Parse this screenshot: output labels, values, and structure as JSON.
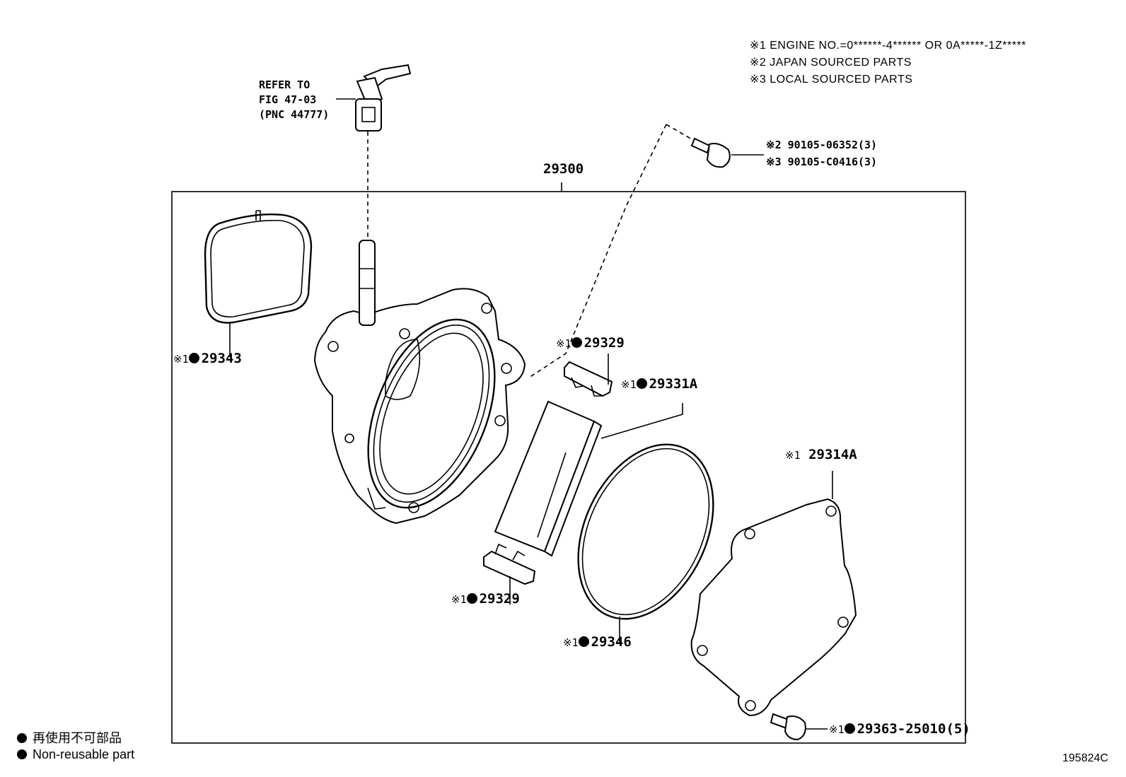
{
  "notes": [
    "※1 ENGINE NO.=0******-4****** OR 0A*****-1Z*****",
    "※2 JAPAN SOURCED PARTS",
    "※3 LOCAL SOURCED PARTS"
  ],
  "refer": {
    "line1": "REFER TO",
    "line2": "FIG 47-03",
    "line3": "(PNC 44777)"
  },
  "bolt_top": {
    "line1_mark": "※2",
    "line1_num": "90105-06352(3)",
    "line2_mark": "※3",
    "line2_num": "90105-C0416(3)"
  },
  "assembly": {
    "number": "29300"
  },
  "parts": {
    "p29343": {
      "mark": "※1",
      "num": "29343"
    },
    "p29329a": {
      "mark": "※1",
      "num": "29329"
    },
    "p29331a": {
      "mark": "※1",
      "num": "29331A"
    },
    "p29314a": {
      "mark": "※1",
      "num": "29314A"
    },
    "p29329b": {
      "mark": "※1",
      "num": "29329"
    },
    "p29346": {
      "mark": "※1",
      "num": "29346"
    },
    "p29363": {
      "mark": "※1",
      "num": "29363-25010(5)"
    }
  },
  "legend": {
    "jp": "再使用不可部品",
    "en": "Non-reusable part"
  },
  "figure_id": "195824C"
}
